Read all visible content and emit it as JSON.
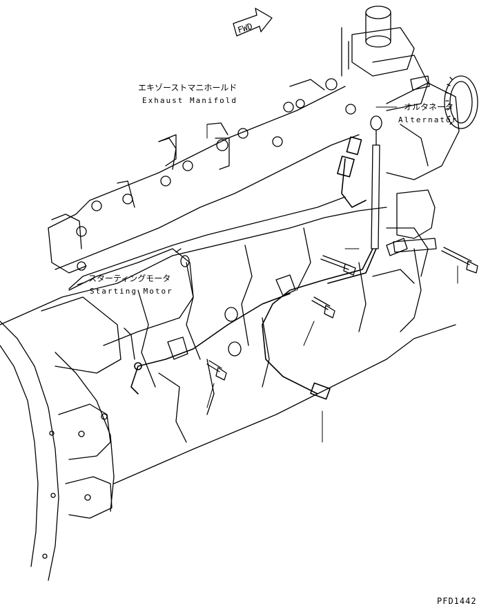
{
  "direction_marker": {
    "text": "FWD"
  },
  "labels": {
    "exhaust_manifold": {
      "jp": "エキゾーストマニホールド",
      "en": "Exhaust Manifold"
    },
    "alternator": {
      "jp": "オルタネータ",
      "en": "Alternator"
    },
    "starting_motor": {
      "jp": "スターティングモータ",
      "en": "Starting Motor"
    }
  },
  "drawing_code": "PFD1442",
  "colors": {
    "line": "#000000",
    "background": "#ffffff"
  }
}
